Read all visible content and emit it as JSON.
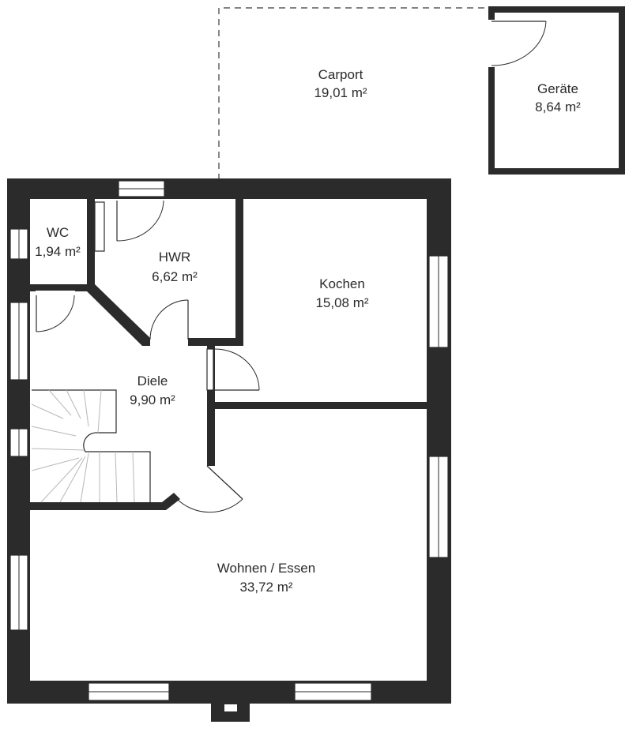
{
  "rooms": {
    "carport": {
      "name": "Carport",
      "area": "19,01 m²"
    },
    "geraete": {
      "name": "Geräte",
      "area": "8,64 m²"
    },
    "wc": {
      "name": "WC",
      "area": "1,94 m²"
    },
    "hwr": {
      "name": "HWR",
      "area": "6,62 m²"
    },
    "kochen": {
      "name": "Kochen",
      "area": "15,08 m²"
    },
    "diele": {
      "name": "Diele",
      "area": "9,90 m²"
    },
    "wohnen": {
      "name": "Wohnen / Essen",
      "area": "33,72 m²"
    }
  },
  "colors": {
    "wall": "#2b2b2b",
    "background": "#ffffff",
    "stair": "#b8b8b8"
  }
}
